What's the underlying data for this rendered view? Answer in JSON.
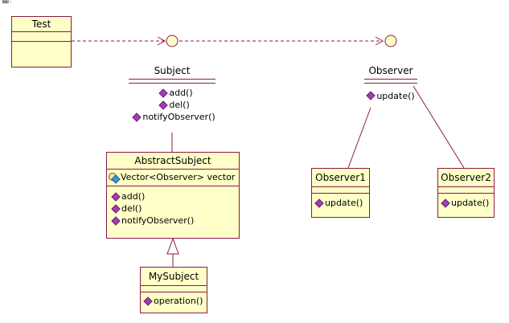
{
  "colors": {
    "box_fill": "#ffffc8",
    "box_border": "#8b1a4a",
    "method_icon": "#a040b0",
    "attr_icon": "#3a9ad9"
  },
  "corner_icon": "image-icon",
  "test": {
    "name": "Test"
  },
  "subject": {
    "name": "Subject",
    "operations": [
      "add()",
      "del()",
      "notifyObserver()"
    ]
  },
  "observer": {
    "name": "Observer",
    "operations": [
      "update()"
    ]
  },
  "abstract_subject": {
    "name": "AbstractSubject",
    "attributes": [
      "Vector<Observer> vector"
    ],
    "operations": [
      "add()",
      "del()",
      "notifyObserver()"
    ]
  },
  "my_subject": {
    "name": "MySubject",
    "operations": [
      "operation()"
    ]
  },
  "observer1": {
    "name": "Observer1",
    "operations": [
      "update()"
    ]
  },
  "observer2": {
    "name": "Observer2",
    "operations": [
      "update()"
    ]
  }
}
